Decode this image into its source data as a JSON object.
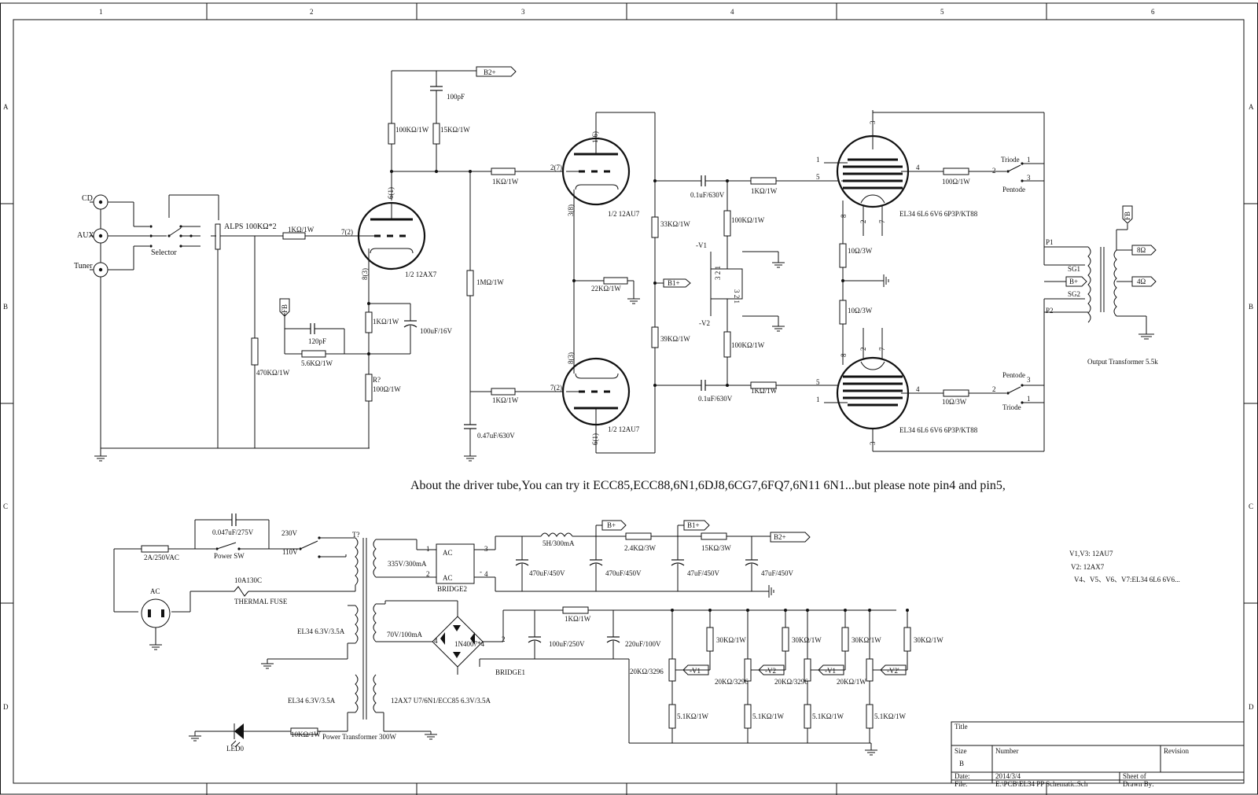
{
  "border": {
    "columns": [
      "1",
      "2",
      "3",
      "4",
      "5",
      "6"
    ],
    "rows": [
      "A",
      "B",
      "C",
      "D"
    ]
  },
  "inputs": {
    "cd": "CD",
    "aux": "AUX",
    "tuner": "Tuner",
    "selector": "Selector",
    "pot": "ALPS 100KΩ*2"
  },
  "preamp": {
    "r_in": "1KΩ/1W",
    "r_470k": "470KΩ/1W",
    "fb": "FB",
    "c_120p": "120pF",
    "r_56k": "5.6KΩ/1W",
    "r_plate": "100KΩ/1W",
    "r_15k": "15KΩ/1W",
    "c_100p": "100pF",
    "b2_top": "B2+",
    "r_cath": "1KΩ/1W",
    "c_cath": "100uF/16V",
    "r_q": "R?",
    "r_100": "100Ω/1W",
    "v1_label": "1/2 12AX7",
    "v1_pin6": "6(1)",
    "v1_pin7": "7(2)",
    "v1_pin8": "8(3)"
  },
  "driver": {
    "r_grid_top": "1KΩ/1W",
    "r_grid_bottom": "1KΩ/1W",
    "r_1m": "1MΩ/1W",
    "c_047": "0.47uF/630V",
    "top_label": "1/2 12AU7",
    "bottom_label": "1/2 12AU7",
    "pin_top_1": "1(6)",
    "pin_top_2": "2(7)",
    "pin_top_3": "3(8)",
    "pin_bot_8": "8(3)",
    "pin_bot_7": "7(2)",
    "pin_bot_6": "6(1)",
    "r_33k": "33KΩ/1W",
    "r_22k": "22KΩ/1W",
    "r_39k": "39KΩ/1W",
    "b1": "B1+"
  },
  "coupling": {
    "c_top": "0.1uF/630V",
    "c_bottom": "0.1uF/630V",
    "r_top": "1KΩ/1W",
    "r_bottom": "1KΩ/1W",
    "r_bias_top": "100KΩ/1W",
    "r_bias_bottom": "100KΩ/1W",
    "neg_v1": "-V1",
    "neg_v2": "-V2",
    "pot_pins": "3 2 1"
  },
  "power_tubes": {
    "top_label": "EL34 6L6 6V6 6P3P/KT88",
    "bottom_label": "EL34 6L6 6V6 6P3P/KT88",
    "r_top_screen": "100Ω/1W",
    "r_bottom_screen": "10Ω/3W",
    "r_cath_top": "10Ω/3W",
    "r_cath_bottom": "10Ω/3W",
    "triode_top": "Triode",
    "pentode_top": "Pentode",
    "pentode_bottom": "Pentode",
    "triode_bottom": "Triode",
    "pin1": "1",
    "pin2": "2",
    "pin3": "3",
    "pin4": "4",
    "pin5": "5",
    "pin7": "7",
    "pin8": "8"
  },
  "output": {
    "p1": "P1",
    "sg1": "SG1",
    "b_plus": "B+",
    "sg2": "SG2",
    "p2": "P2",
    "fb": "FB",
    "ohm8": "8Ω",
    "ohm4": "4Ω",
    "label": "Output Transformer 5.5k"
  },
  "note": "About the driver tube,You can try it ECC85,ECC88,6N1,6DJ8,6CG7,6FQ7,6N11 6N1...but please note pin4 and pin5,",
  "supply": {
    "fuse": "2A/250VAC",
    "cap_sw": "0.047uF/275V",
    "power_sw": "Power SW",
    "v230": "230V",
    "v110": "110V",
    "ac": "AC",
    "thermal_rating": "10A130C",
    "thermal": "THERMAL FUSE",
    "t_ref": "T?",
    "sec_hv": "335V/300mA",
    "sec_bias": "70V/100mA",
    "heater1": "EL34 6.3V/3.5A",
    "heater2": "EL34 6.3V/3.5A",
    "heater3": "12AX7 U7/6N1/ECC85 6.3V/3.5A",
    "transformer": "Power Transformer 300W",
    "led": "LED0",
    "r_led": "10KΩ/1W",
    "bridge2": "BRIDGE2",
    "bridge1": "BRIDGE1",
    "bridge_ac": "AC",
    "diode": "1N4007*4",
    "choke": "5H/300mA",
    "r_24k": "2.4KΩ/3W",
    "r_15k": "15KΩ/3W",
    "c1": "470uF/450V",
    "c2": "470uF/450V",
    "c3": "47uF/450V",
    "c4": "47uF/450V",
    "b_plus": "B+",
    "b1": "B1+",
    "b2": "B2+",
    "r_1k": "1KΩ/1W",
    "c_100u": "100uF/250V",
    "c_220u": "220uF/100V",
    "bias_r": "30KΩ/1W",
    "bias_pot_a": "20KΩ/3296",
    "bias_pot_b": "20KΩ/3296",
    "bias_pot_c": "20KΩ/3296",
    "bias_pot_d": "20KΩ/1W",
    "bias_low": "5.1KΩ/1W",
    "out_v1": "-V1",
    "out_v2": "-V2",
    "out_v1b": "-V1",
    "out_v2b": "-V2'",
    "pin1": "1",
    "pin2": "2",
    "pin3": "3",
    "pin4": "4"
  },
  "tube_notes": {
    "line1": "V1,V3:   12AU7",
    "line2": "V2:   12AX7",
    "line3": "V4、V5、V6、V7:EL34 6L6 6V6..."
  },
  "title_block": {
    "title": "Title",
    "size": "Size",
    "size_value": "B",
    "number": "Number",
    "revision": "Revision",
    "date": "Date:",
    "date_value": "2014/3/4",
    "sheet": "Sheet   of",
    "file": "File:",
    "file_value": "E:\\PCB\\EL34 PP Schematic.Sch",
    "drawn": "Drawn By:"
  }
}
